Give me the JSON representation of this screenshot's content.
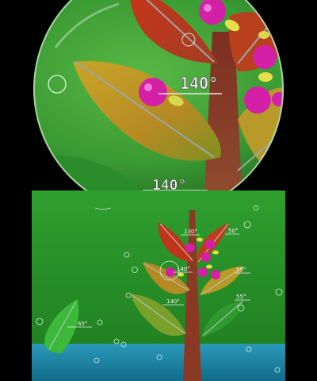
{
  "top_screen": {
    "magnifier_labels": [
      "140°",
      "140°"
    ]
  },
  "bottom_screen": {
    "angle_labels": [
      "130°",
      "50°",
      "140°",
      "55°",
      "140°",
      "55°",
      "65°"
    ]
  },
  "colors": {
    "sky_green": "#2f9a2f",
    "water": "#1b8fb0",
    "stem": "#8a3a24",
    "fruit": "#d41fa7"
  }
}
